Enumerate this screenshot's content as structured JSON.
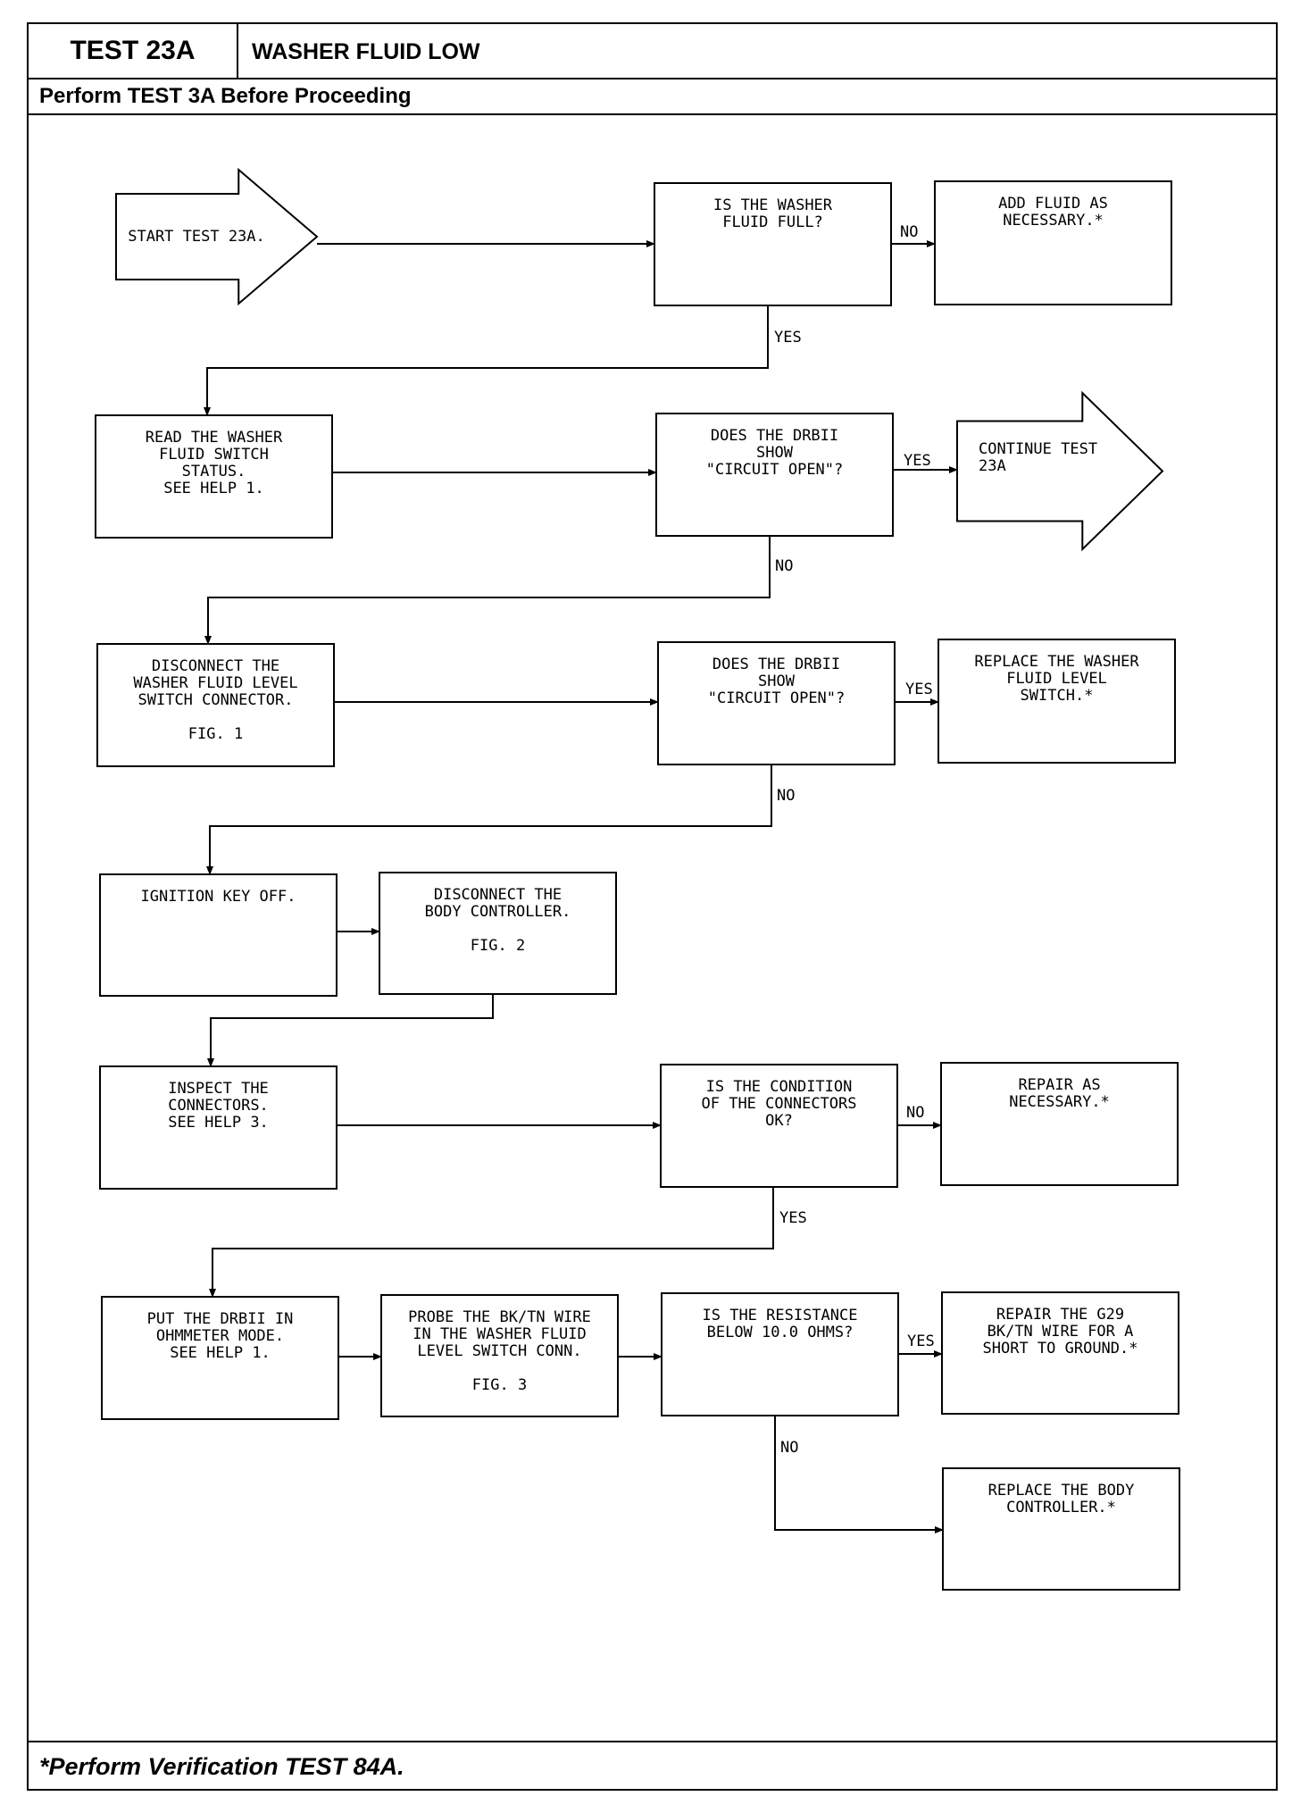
{
  "header": {
    "test_id": "TEST 23A",
    "title": "WASHER FLUID LOW",
    "prerequisite": "Perform TEST 3A Before Proceeding"
  },
  "footer": {
    "note": "*Perform Verification TEST 84A."
  },
  "flowchart": {
    "nodes": [
      {
        "id": "start",
        "shape": "arrow",
        "lines": [
          "START TEST 23A."
        ]
      },
      {
        "id": "q_fluid_full",
        "shape": "box",
        "lines": [
          "IS THE WASHER",
          "FLUID FULL?"
        ]
      },
      {
        "id": "add_fluid",
        "shape": "box",
        "lines": [
          "ADD FLUID AS",
          "NECESSARY.*"
        ]
      },
      {
        "id": "read_switch",
        "shape": "box",
        "lines": [
          "READ THE WASHER",
          "FLUID SWITCH",
          "STATUS.",
          "SEE HELP 1."
        ]
      },
      {
        "id": "q_circuit_open_1",
        "shape": "box",
        "lines": [
          "DOES THE DRBII",
          "SHOW",
          "\"CIRCUIT OPEN\"?"
        ]
      },
      {
        "id": "continue",
        "shape": "arrow",
        "lines": [
          "CONTINUE TEST",
          "23A"
        ]
      },
      {
        "id": "disconnect_switch",
        "shape": "box",
        "lines": [
          "DISCONNECT THE",
          "WASHER FLUID LEVEL",
          "SWITCH CONNECTOR.",
          "",
          "FIG. 1"
        ]
      },
      {
        "id": "q_circuit_open_2",
        "shape": "box",
        "lines": [
          "DOES THE DRBII",
          "SHOW",
          "\"CIRCUIT OPEN\"?"
        ]
      },
      {
        "id": "replace_switch",
        "shape": "box",
        "lines": [
          "REPLACE THE WASHER",
          "FLUID LEVEL",
          "SWITCH.*"
        ]
      },
      {
        "id": "ignition_off",
        "shape": "box",
        "lines": [
          "IGNITION KEY OFF."
        ]
      },
      {
        "id": "disconnect_bc",
        "shape": "box",
        "lines": [
          "DISCONNECT THE",
          "BODY CONTROLLER.",
          "",
          "FIG. 2"
        ]
      },
      {
        "id": "inspect",
        "shape": "box",
        "lines": [
          "INSPECT THE",
          "CONNECTORS.",
          "SEE HELP 3."
        ]
      },
      {
        "id": "q_condition",
        "shape": "box",
        "lines": [
          "IS THE CONDITION",
          "OF THE CONNECTORS",
          "OK?"
        ]
      },
      {
        "id": "repair",
        "shape": "box",
        "lines": [
          "REPAIR AS",
          "NECESSARY.*"
        ]
      },
      {
        "id": "ohmmeter",
        "shape": "box",
        "lines": [
          "PUT THE DRBII IN",
          "OHMMETER MODE.",
          "SEE HELP 1."
        ]
      },
      {
        "id": "probe",
        "shape": "box",
        "lines": [
          "PROBE THE BK/TN WIRE",
          "IN THE WASHER FLUID",
          "LEVEL SWITCH CONN.",
          "",
          "FIG. 3"
        ]
      },
      {
        "id": "q_resistance",
        "shape": "box",
        "lines": [
          "IS THE RESISTANCE",
          "BELOW 10.0 OHMS?"
        ]
      },
      {
        "id": "repair_g29",
        "shape": "box",
        "lines": [
          "REPAIR THE G29",
          "BK/TN WIRE FOR A",
          "SHORT TO GROUND.*"
        ]
      },
      {
        "id": "replace_bc",
        "shape": "box",
        "lines": [
          "REPLACE THE BODY",
          "CONTROLLER.*"
        ]
      }
    ],
    "edges": [
      {
        "from": "start",
        "to": "q_fluid_full",
        "label": ""
      },
      {
        "from": "q_fluid_full",
        "to": "add_fluid",
        "label": "NO"
      },
      {
        "from": "q_fluid_full",
        "to": "read_switch",
        "label": "YES"
      },
      {
        "from": "read_switch",
        "to": "q_circuit_open_1",
        "label": ""
      },
      {
        "from": "q_circuit_open_1",
        "to": "continue",
        "label": "YES"
      },
      {
        "from": "q_circuit_open_1",
        "to": "disconnect_switch",
        "label": "NO"
      },
      {
        "from": "disconnect_switch",
        "to": "q_circuit_open_2",
        "label": ""
      },
      {
        "from": "q_circuit_open_2",
        "to": "replace_switch",
        "label": "YES"
      },
      {
        "from": "q_circuit_open_2",
        "to": "ignition_off",
        "label": "NO"
      },
      {
        "from": "ignition_off",
        "to": "disconnect_bc",
        "label": ""
      },
      {
        "from": "disconnect_bc",
        "to": "inspect",
        "label": ""
      },
      {
        "from": "inspect",
        "to": "q_condition",
        "label": ""
      },
      {
        "from": "q_condition",
        "to": "repair",
        "label": "NO"
      },
      {
        "from": "q_condition",
        "to": "ohmmeter",
        "label": "YES"
      },
      {
        "from": "ohmmeter",
        "to": "probe",
        "label": ""
      },
      {
        "from": "probe",
        "to": "q_resistance",
        "label": ""
      },
      {
        "from": "q_resistance",
        "to": "repair_g29",
        "label": "YES"
      },
      {
        "from": "q_resistance",
        "to": "replace_bc",
        "label": "NO"
      }
    ]
  }
}
